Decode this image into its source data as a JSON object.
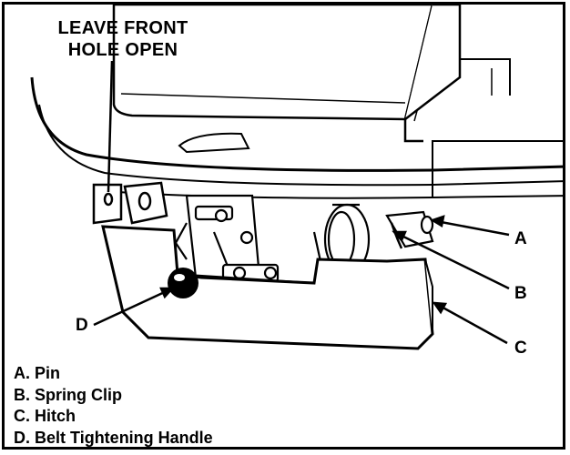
{
  "callout": {
    "line1": "LEAVE FRONT",
    "line2": "HOLE OPEN"
  },
  "labels": {
    "a": "A",
    "b": "B",
    "c": "C",
    "d": "D"
  },
  "legend": [
    {
      "letter": "A.",
      "text": "Pin"
    },
    {
      "letter": "B.",
      "text": "Spring Clip"
    },
    {
      "letter": "C.",
      "text": "Hitch"
    },
    {
      "letter": "D.",
      "text": "Belt Tightening Handle"
    }
  ]
}
